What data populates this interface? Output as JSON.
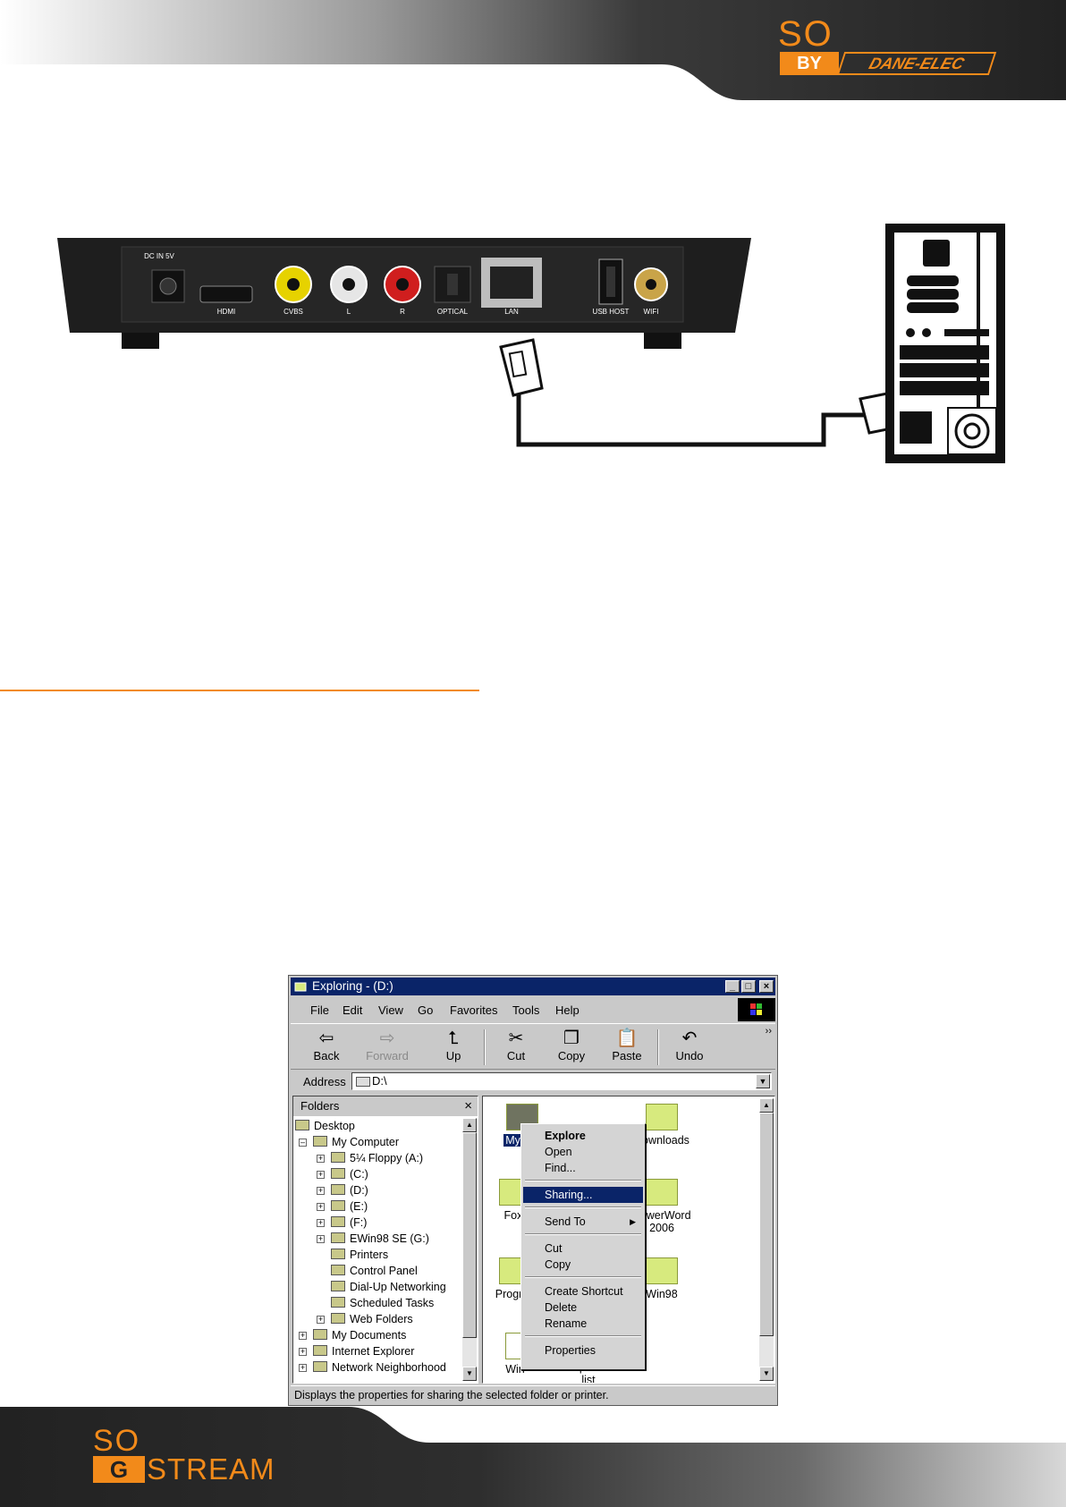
{
  "brand": {
    "header_so": "SO",
    "header_by": "BY",
    "header_dane": "DANE-ELEC",
    "footer_so": "SO",
    "footer_g": "G",
    "footer_stream": "STREAM",
    "accent": "#f28a1a",
    "dark": "#2a2a2a"
  },
  "device": {
    "ports": [
      {
        "label": "DC IN  5V"
      },
      {
        "label": "HDMI"
      },
      {
        "label": "CVBS"
      },
      {
        "label": "L"
      },
      {
        "label": "R"
      },
      {
        "label": "OPTICAL"
      },
      {
        "label": "LAN"
      },
      {
        "label": "USB HOST"
      },
      {
        "label": "WIFI"
      }
    ]
  },
  "explorer": {
    "title": "Exploring - (D:)",
    "menu": [
      "File",
      "Edit",
      "View",
      "Go",
      "Favorites",
      "Tools",
      "Help"
    ],
    "toolbar": [
      {
        "label": "Back",
        "icon": "back-arrow-icon"
      },
      {
        "label": "Forward",
        "icon": "forward-arrow-icon"
      },
      {
        "label": "Up",
        "icon": "up-folder-icon"
      },
      {
        "label": "Cut",
        "icon": "scissors-icon"
      },
      {
        "label": "Copy",
        "icon": "copy-icon"
      },
      {
        "label": "Paste",
        "icon": "paste-icon"
      },
      {
        "label": "Undo",
        "icon": "undo-icon"
      }
    ],
    "address_label": "Address",
    "address_value": "D:\\",
    "folders_title": "Folders",
    "tree": [
      {
        "label": "Desktop"
      },
      {
        "label": "My Computer"
      },
      {
        "label": "5¼ Floppy (A:)"
      },
      {
        "label": "(C:)"
      },
      {
        "label": "(D:)"
      },
      {
        "label": "(E:)"
      },
      {
        "label": "(F:)"
      },
      {
        "label": "EWin98 SE (G:)"
      },
      {
        "label": "Printers"
      },
      {
        "label": "Control Panel"
      },
      {
        "label": "Dial-Up Networking"
      },
      {
        "label": "Scheduled Tasks"
      },
      {
        "label": "Web Folders"
      },
      {
        "label": "My Documents"
      },
      {
        "label": "Internet Explorer"
      },
      {
        "label": "Network Neighborhood"
      }
    ],
    "files": [
      {
        "label": "My Mu"
      },
      {
        "label": "Downloads"
      },
      {
        "label": "Foxr"
      },
      {
        "label": "PowerWord 2006"
      },
      {
        "label": "Progran"
      },
      {
        "label": "Win98"
      },
      {
        "label": "Win"
      },
      {
        "label": "comparision list"
      }
    ],
    "context_menu": [
      {
        "label": "Explore"
      },
      {
        "label": "Open"
      },
      {
        "label": "Find..."
      },
      {
        "label": "Sharing..."
      },
      {
        "label": "Send To"
      },
      {
        "label": "Cut"
      },
      {
        "label": "Copy"
      },
      {
        "label": "Create Shortcut"
      },
      {
        "label": "Delete"
      },
      {
        "label": "Rename"
      },
      {
        "label": "Properties"
      }
    ],
    "status": "Displays the properties for sharing the selected folder or printer.",
    "colors": {
      "titlebar": "#0a2468",
      "highlight": "#0a2468",
      "face": "#c9c9c9"
    }
  }
}
